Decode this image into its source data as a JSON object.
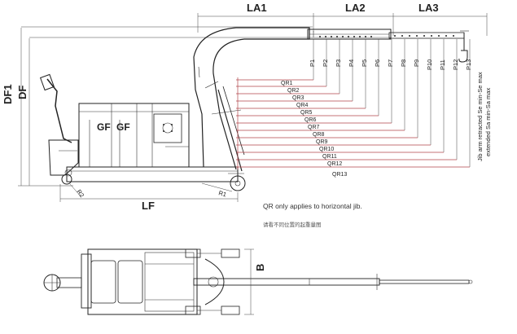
{
  "top_dims": {
    "la1": "LA1",
    "la2": "LA2",
    "la3": "LA3"
  },
  "height_dims": {
    "df1": "DF1",
    "df": "DF"
  },
  "base_dims": {
    "lf": "LF",
    "r1": "R1",
    "r2": "R2"
  },
  "counterweight_labels": [
    "GF",
    "GF"
  ],
  "points": [
    "P1",
    "P2",
    "P3",
    "P4",
    "P5",
    "P6",
    "P7",
    "P8",
    "P9",
    "P10",
    "P11",
    "P12",
    "P13"
  ],
  "radii": [
    "QR1",
    "QR2",
    "QR3",
    "QR4",
    "QR5",
    "QR6",
    "QR7",
    "QR8",
    "QR9",
    "QR10",
    "QR11",
    "QR12",
    "QR13"
  ],
  "jib_notes": {
    "retracted": "Jib arm retracted Se min-Se max",
    "extended": "extended Sa min-Sa max"
  },
  "notes": {
    "qr_note": "QR only applies to horizontal jib.",
    "cn_note": "请看不同位置的起重量图"
  },
  "plan_view": {
    "width_label": "B"
  }
}
